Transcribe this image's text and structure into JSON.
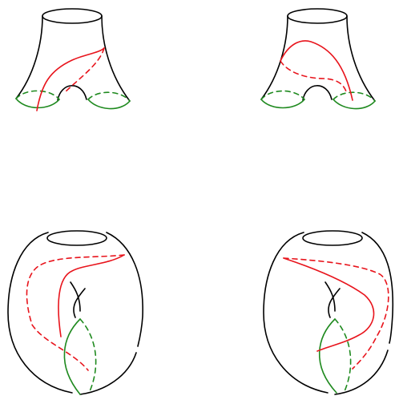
{
  "figure": {
    "colors": {
      "outline": "#000000",
      "red": "#e8141c",
      "green": "#1f8a1f",
      "background": "#ffffff"
    },
    "panels": [
      {
        "id": "pants-left",
        "shape": "pair-of-pants",
        "red_curve": "solid-then-dashed"
      },
      {
        "id": "pants-right",
        "shape": "pair-of-pants",
        "red_curve": "solid-then-dashed"
      },
      {
        "id": "torus-left",
        "shape": "one-holed-torus",
        "red_curve": "solid-and-dashed"
      },
      {
        "id": "torus-right",
        "shape": "one-holed-torus",
        "red_curve": "solid-and-dashed"
      }
    ]
  }
}
